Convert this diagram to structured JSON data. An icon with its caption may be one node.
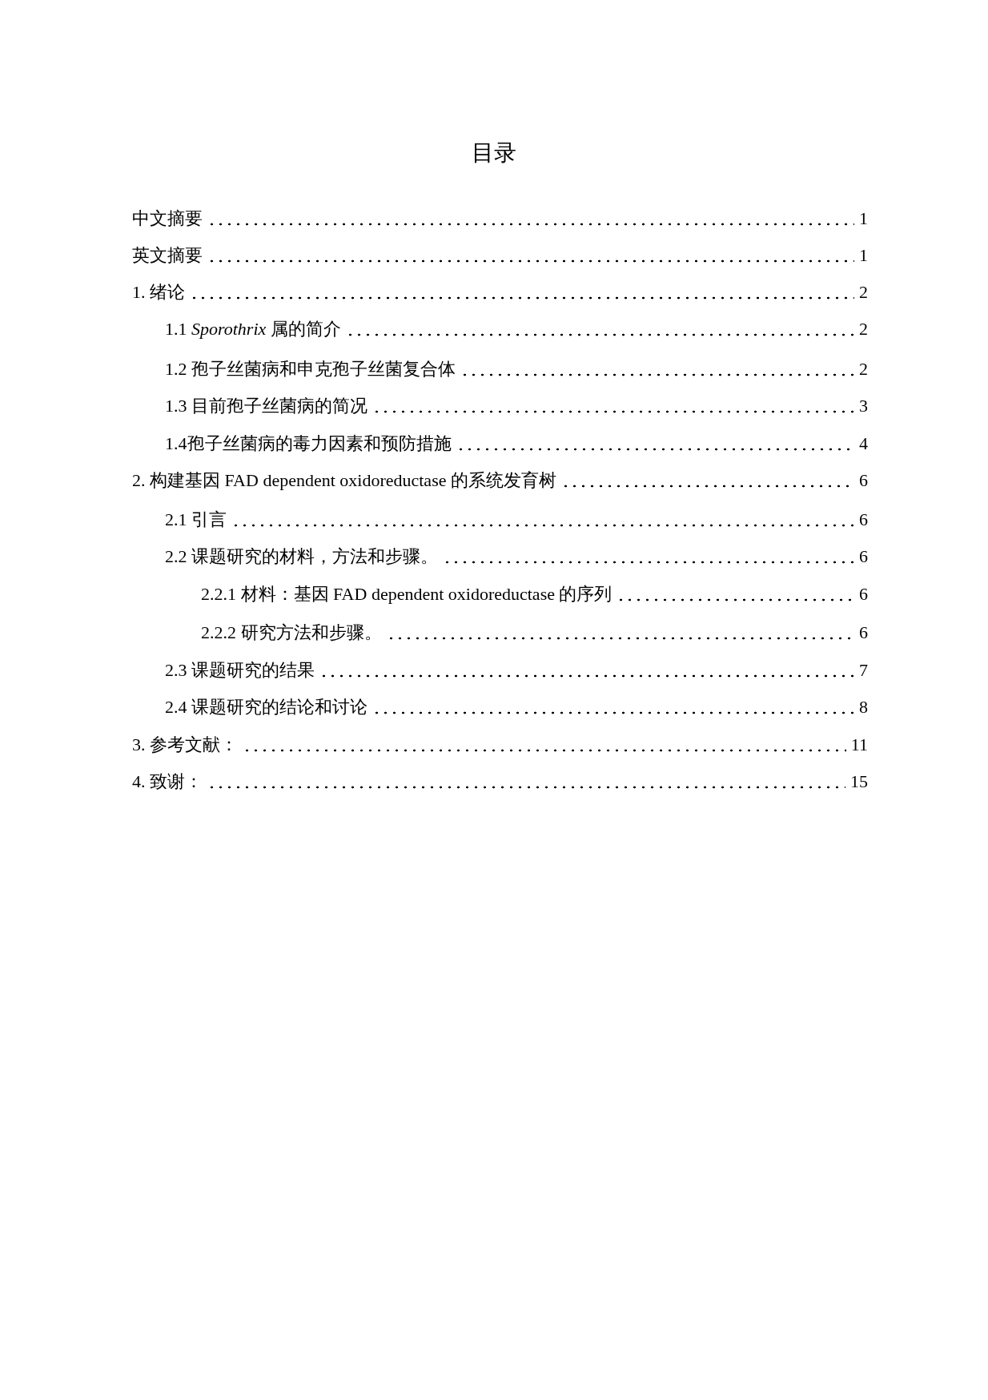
{
  "diagram": {
    "title": "目录",
    "labels": [
      "中文摘要",
      "1",
      "英文摘要",
      "1",
      "1. 绪论",
      "2",
      "1.1 *Sporothrix* 属的简介",
      "2",
      "1.2 孢子丝菌病和申克孢子丝菌复合体",
      "2",
      "1.3 目前孢子丝菌病的简况",
      "3",
      "1.4孢子丝菌病的毒力因素和预防措施",
      "4",
      "2. 构建基因 FAD dependent oxidoreductase 的系统发育树",
      "6",
      "2.1 引言",
      "6",
      "2.2 课题研究的材料，方法和步骤。",
      "6",
      "2.2.1 材料：基因 FAD dependent oxidoreductase 的序列",
      "6",
      "2.2.2 研究方法和步骤。",
      "6",
      "2.3 课题研究的结果",
      "7",
      "2.4 课题研究的结论和讨论",
      "8",
      "3. 参考文献：",
      "11",
      "4. 致谢：",
      "15"
    ]
  }
}
